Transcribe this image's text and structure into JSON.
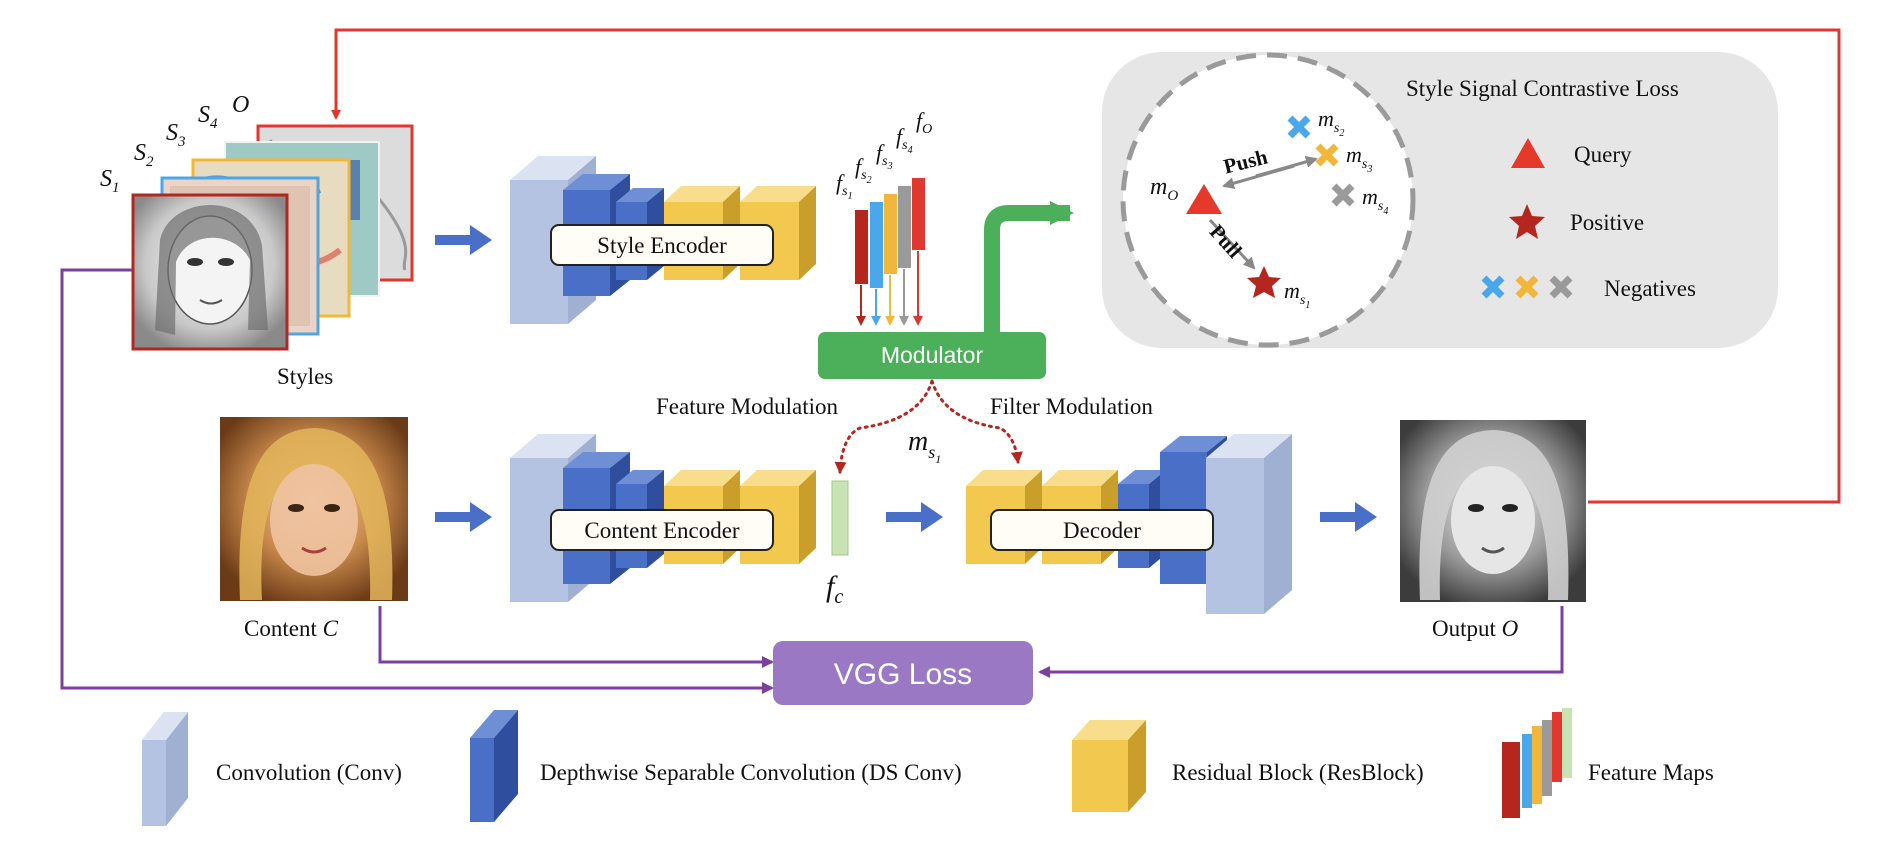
{
  "colors": {
    "conv": "#b4c3e2",
    "ds_conv": "#4a6fc6",
    "resblock": "#f2c84e",
    "modulator": "#4caf5a",
    "vgg": "#9b78c4",
    "feedback_red": "#e0382f",
    "purple_line": "#7b3fa2",
    "loss_panel": "#e6e6e6",
    "query": "#e53a2b",
    "positive": "#b5271e",
    "neg_blue": "#4aa7ea",
    "neg_yellow": "#f1b73c",
    "neg_gray": "#9a9a9a"
  },
  "styles_panel": {
    "caption": "Styles",
    "stack_labels": [
      {
        "base": "S",
        "sub": "1"
      },
      {
        "base": "S",
        "sub": "2"
      },
      {
        "base": "S",
        "sub": "3"
      },
      {
        "base": "S",
        "sub": "4"
      },
      {
        "base": "O",
        "sub": ""
      }
    ]
  },
  "content_panel": {
    "caption": "Content",
    "symbol": "C"
  },
  "output_panel": {
    "caption": "Output",
    "symbol": "O"
  },
  "style_encoder": {
    "label": "Style Encoder"
  },
  "content_encoder": {
    "label": "Content Encoder"
  },
  "decoder": {
    "label": "Decoder"
  },
  "modulator": {
    "label": "Modulator"
  },
  "vgg_loss": {
    "label": "VGG Loss"
  },
  "feature_modulation": {
    "label": "Feature Modulation"
  },
  "filter_modulation": {
    "label": "Filter Modulation"
  },
  "m_s1_mid": {
    "base": "m",
    "sub": "s",
    "subsub": "1"
  },
  "f_c": {
    "base": "f",
    "sub": "c"
  },
  "feature_map_labels": [
    {
      "base": "f",
      "sub": "s",
      "subsub": "1"
    },
    {
      "base": "f",
      "sub": "s",
      "subsub": "2"
    },
    {
      "base": "f",
      "sub": "s",
      "subsub": "3"
    },
    {
      "base": "f",
      "sub": "s",
      "subsub": "4"
    },
    {
      "base": "f",
      "sub": "O",
      "subsub": ""
    }
  ],
  "contrastive": {
    "title": "Style Signal Contrastive Loss",
    "push": "Push",
    "pull": "Pull",
    "m_o": {
      "base": "m",
      "sub": "O"
    },
    "m_s1": {
      "base": "m",
      "sub": "s",
      "subsub": "1"
    },
    "m_s2": {
      "base": "m",
      "sub": "s",
      "subsub": "2"
    },
    "m_s3": {
      "base": "m",
      "sub": "s",
      "subsub": "3"
    },
    "m_s4": {
      "base": "m",
      "sub": "s",
      "subsub": "4"
    },
    "legend": {
      "query": "Query",
      "positive": "Positive",
      "negatives": "Negatives"
    }
  },
  "legend": {
    "conv": "Convolution (Conv)",
    "ds_conv": "Depthwise  Separable Convolution (DS Conv)",
    "resblock": "Residual  Block (ResBlock)",
    "feature_maps": "Feature Maps"
  }
}
